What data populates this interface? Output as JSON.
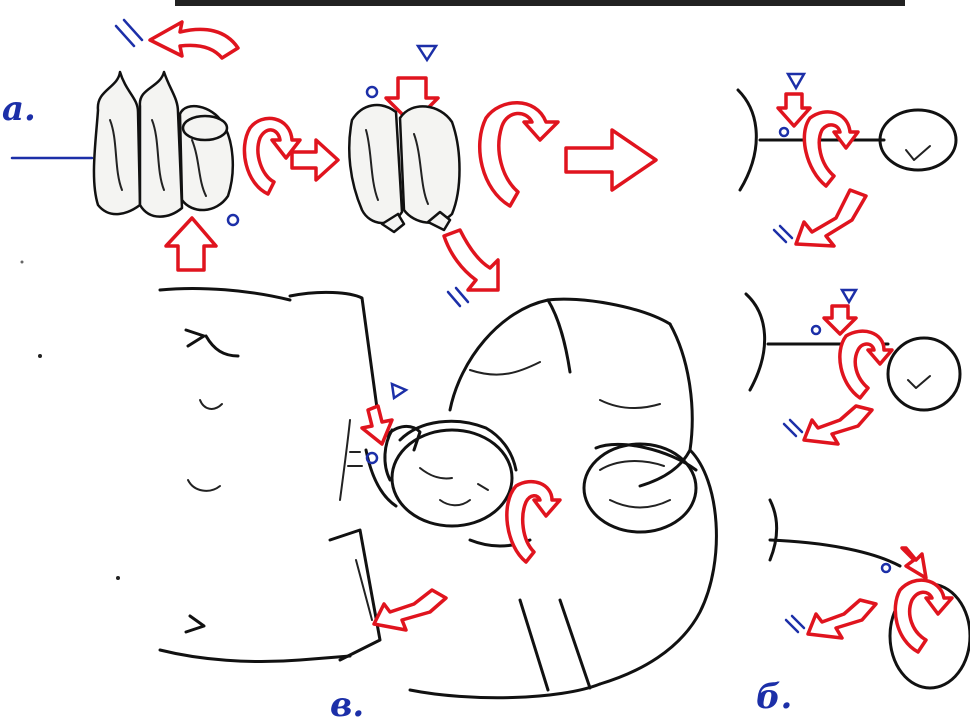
{
  "labels": {
    "a": "а.",
    "b": "б.",
    "v": "в."
  },
  "colors": {
    "arrow": "#e0141e",
    "label": "#1c2fa8",
    "ink": "#111111"
  }
}
